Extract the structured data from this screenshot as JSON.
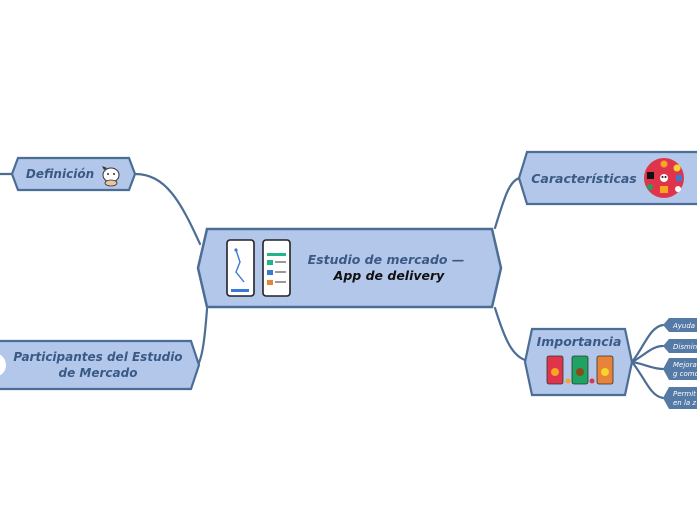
{
  "central": {
    "title_line1": "Estudio de mercado —",
    "title_line2": "App de delivery",
    "icon": "phone-screens-icon"
  },
  "topics": {
    "definicion": {
      "label": "Definición",
      "icon": "cartoon-dog-icon"
    },
    "participantes": {
      "label_line1": "Participantes del Estudio",
      "label_line2": "de Mercado",
      "icon": "circle-avatar-icon"
    },
    "caracteristicas": {
      "label": "Características",
      "icon": "app-logos-circle-icon"
    },
    "importancia": {
      "label": "Importancia",
      "icon": "food-phones-icon"
    }
  },
  "importancia_children": [
    {
      "line1": "Ayuda a",
      "line2": ""
    },
    {
      "line1": "Disminu",
      "line2": ""
    },
    {
      "line1": "Mejora",
      "line2": "g como"
    },
    {
      "line1": "Permit",
      "line2": "en la z"
    }
  ],
  "colors": {
    "node_fill": "#b3c7ea",
    "node_stroke": "#4c6e94",
    "text_dark": "#3a5a85",
    "text_black": "#111111",
    "connector": "#4c6e94",
    "leaf_fill": "#557aa6"
  }
}
